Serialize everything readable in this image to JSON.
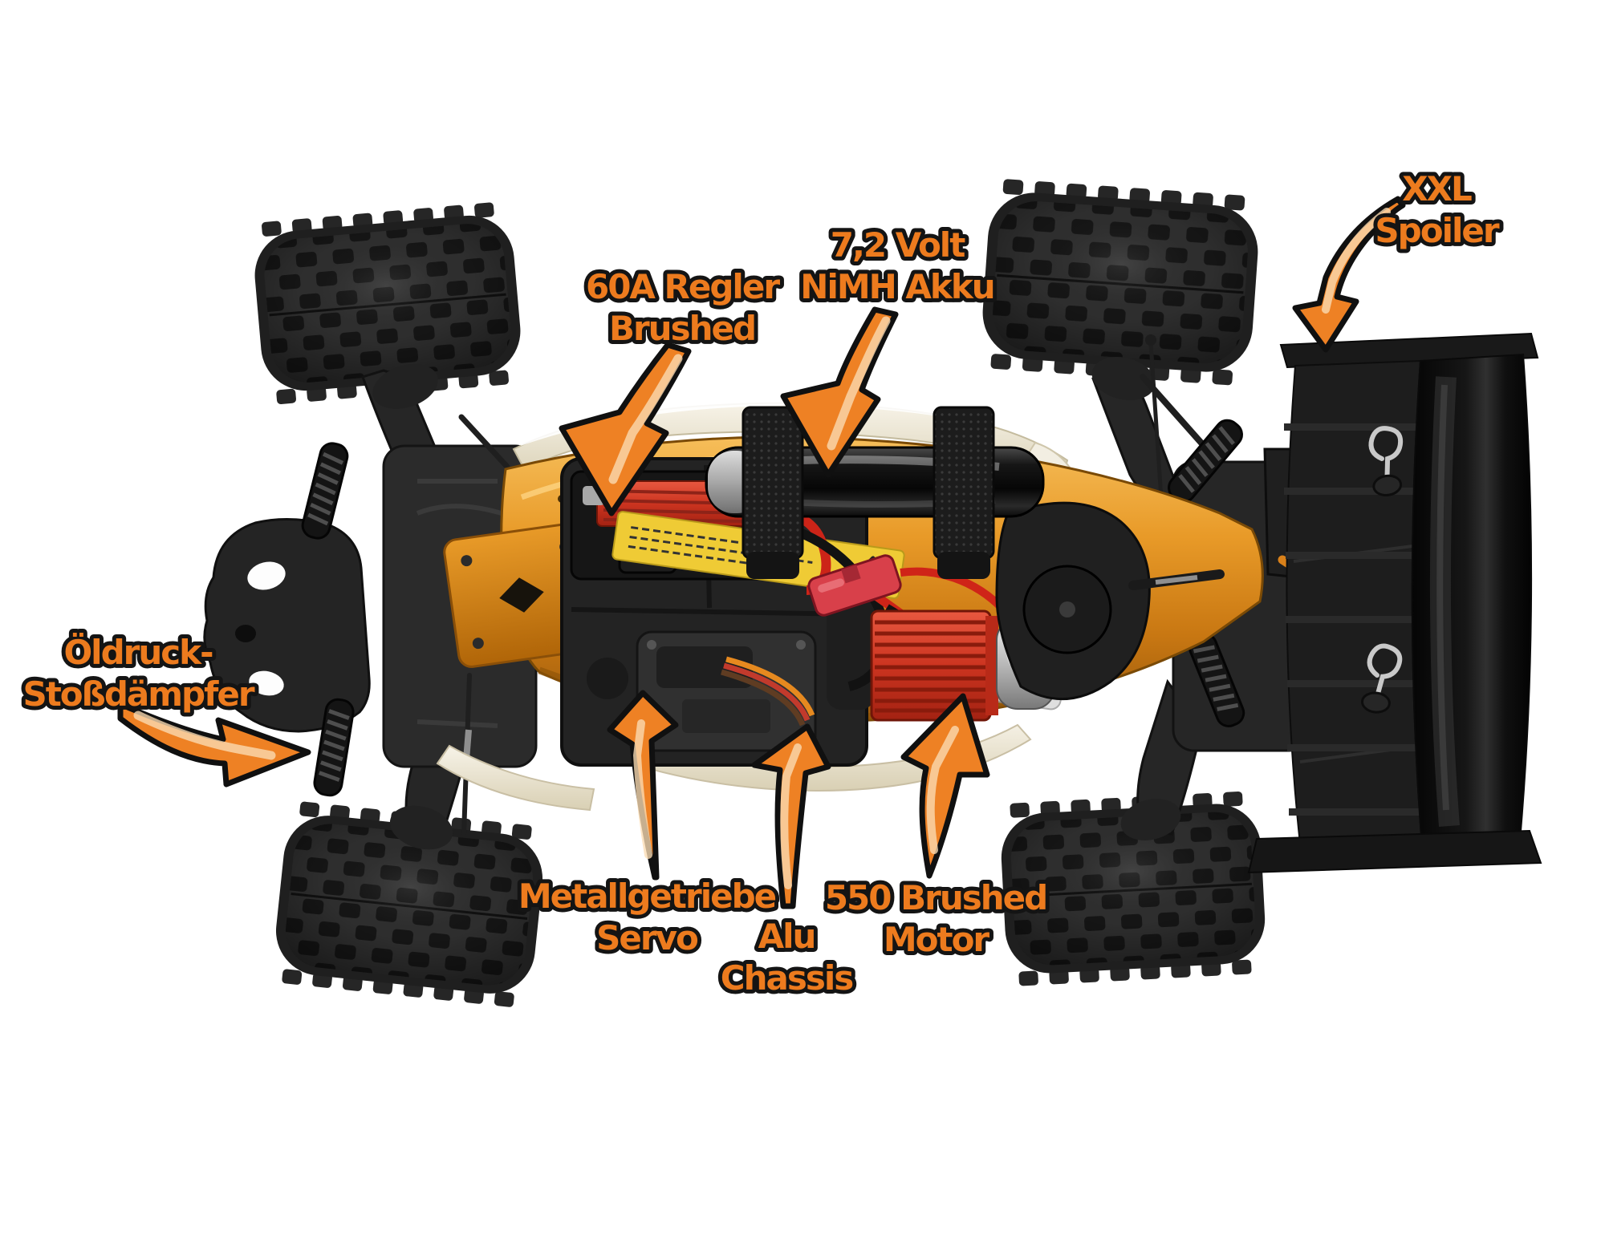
{
  "labels": {
    "shock": {
      "line1": "Öldruck-",
      "line2": "Stoßdämpfer"
    },
    "esc": {
      "line1": "60A Regler",
      "line2": "Brushed"
    },
    "battery": {
      "line1": "7,2 Volt",
      "line2": "NiMH Akku"
    },
    "spoiler": {
      "line1": "XXL",
      "line2": "Spoiler"
    },
    "servo": {
      "line1": "Metallgetriebe",
      "line2": "Servo"
    },
    "chassis": {
      "line1": "Alu",
      "line2": "Chassis"
    },
    "motor": {
      "line1": "550 Brushed",
      "line2": "Motor"
    }
  },
  "colors": {
    "background": "#ffffff",
    "label_fill": "#ed7b1e",
    "label_outline": "#141414",
    "arrow_fill": "#ee8124",
    "arrow_outline": "#101010",
    "chassis_gold": "#d9861c",
    "heatsink_red": "#cf3a22",
    "sticker_yellow": "#efcb35",
    "tire_black": "#1f1f1f"
  }
}
